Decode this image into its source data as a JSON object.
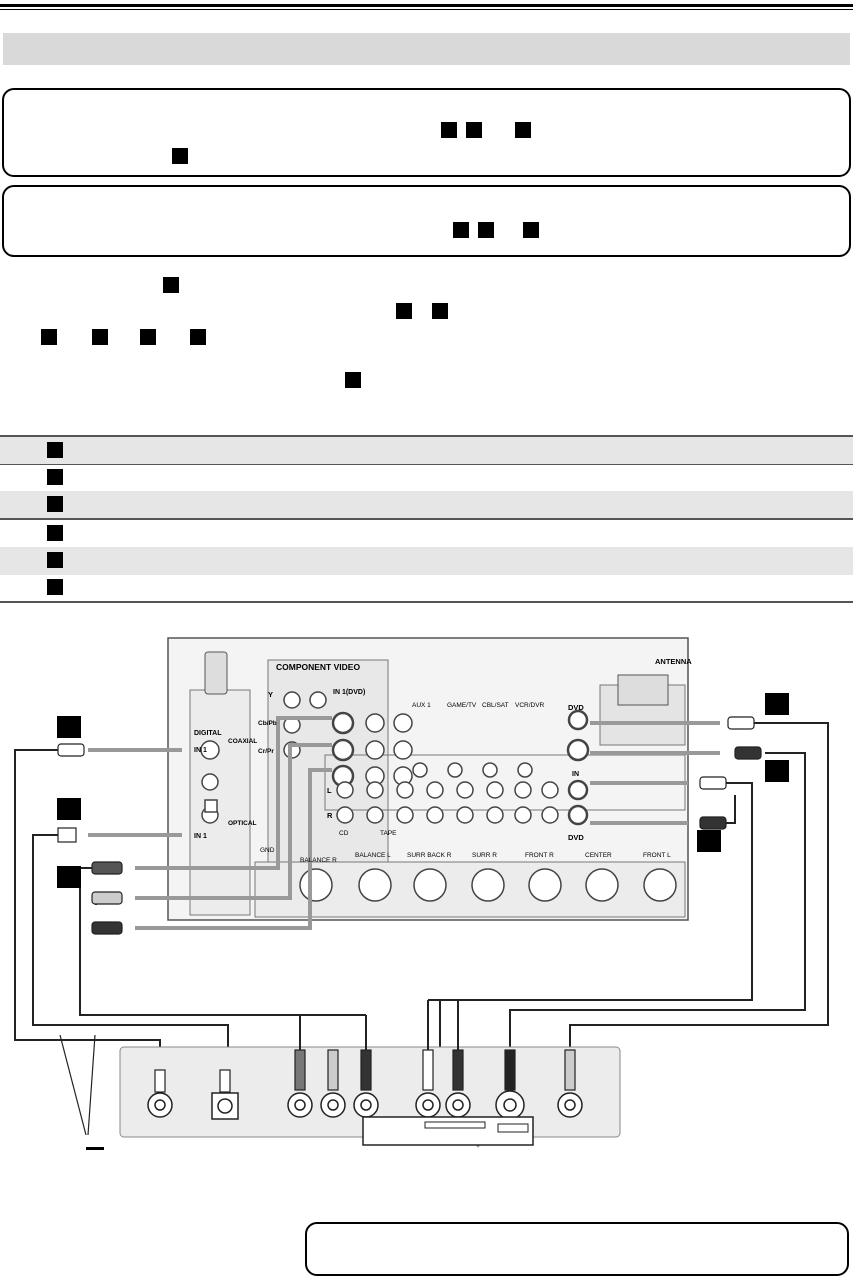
{
  "diagram": {
    "component_video_label": "COMPONENT VIDEO",
    "component_in_label": "IN 1(DVD)",
    "y_label": "Y",
    "cb_label": "Cb/Pb",
    "cr_label": "Cr/Pr",
    "digital_label": "DIGITAL",
    "coaxial_label": "COAXIAL",
    "digital_in1_label": "IN 1",
    "optical_label": "OPTICAL",
    "optical_in1_label": "IN 1",
    "dvd_top_label": "DVD",
    "dvd_bottom_label": "DVD",
    "in_label": "IN",
    "antenna_label": "ANTENNA",
    "aux1_label": "AUX 1",
    "gametv_label": "GAME/TV",
    "cblsat_label": "CBL/SAT",
    "vcrdvr_label": "VCR/DVR",
    "cd_label": "CD",
    "tape_label": "TAPE",
    "balance_r_label": "BALANCE R",
    "balance_l_label": "BALANCE L",
    "surr_back_r_label": "SURR BACK R",
    "surr_r_label": "SURR R",
    "front_r_label": "FRONT R",
    "center_label": "CENTER",
    "front_l_label": "FRONT L",
    "gnd_label": "GND",
    "l_label": "L",
    "r_label": "R"
  }
}
